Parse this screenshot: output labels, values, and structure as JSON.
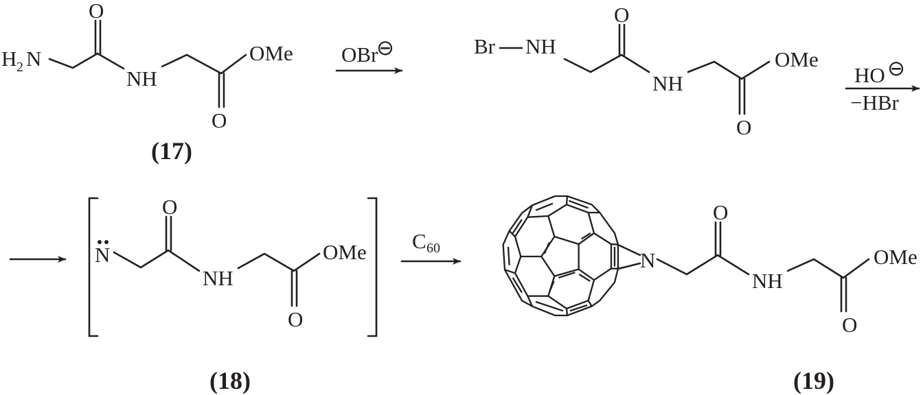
{
  "compounds": {
    "c17": {
      "label": "(17)",
      "amine": "H",
      "amine_sub": "2",
      "amine_n": "N",
      "nh": "NH",
      "ome": "OMe",
      "o_top": "O",
      "o_bottom": "O"
    },
    "bromo": {
      "br": "Br",
      "nh1": "NH",
      "nh2": "NH",
      "ome": "OMe",
      "o_top": "O",
      "o_bottom": "O"
    },
    "c18": {
      "label": "(18)",
      "n": "N",
      "nh": "NH",
      "ome": "OMe",
      "o_top": "O",
      "o_bottom": "O"
    },
    "c19": {
      "label": "(19)",
      "n": "N",
      "nh": "NH",
      "ome": "OMe",
      "o_top": "O",
      "o_bottom": "O"
    }
  },
  "reagents": {
    "step1": "OBr",
    "step1_charge": "⊖",
    "step2_top": "HO",
    "step2_charge": "⊖",
    "step2_bottom": "−HBr",
    "step3": "C",
    "step3_sub": "60"
  },
  "colors": {
    "ink": "#231f20"
  }
}
